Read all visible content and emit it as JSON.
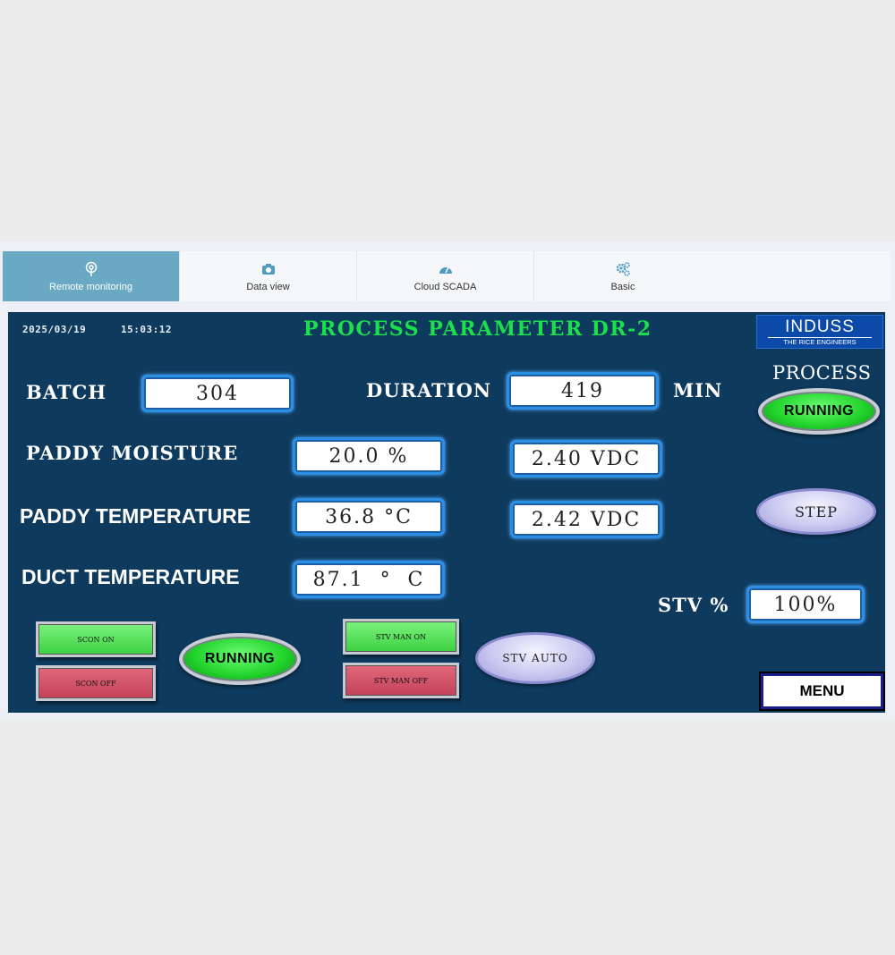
{
  "tabs": [
    {
      "label": "Remote monitoring",
      "icon": "remote-monitoring-icon",
      "active": true
    },
    {
      "label": "Data view",
      "icon": "camera-icon",
      "active": false
    },
    {
      "label": "Cloud SCADA",
      "icon": "dashboard-icon",
      "active": false
    },
    {
      "label": "Basic",
      "icon": "gears-icon",
      "active": false
    }
  ],
  "hmi": {
    "date": "2025/03/19",
    "time": "15:03:12",
    "title": "PROCESS PARAMETER DR-2",
    "logo": {
      "name": "INDUSS",
      "tagline": "THE RICE ENGINEERS"
    },
    "batch": {
      "label": "BATCH",
      "value": "304"
    },
    "duration": {
      "label": "DURATION",
      "value": "419",
      "unit": "MIN"
    },
    "process": {
      "label": "PROCESS",
      "status": "RUNNING"
    },
    "paddy_moisture": {
      "label": "PADDY MOISTURE",
      "value": "20.0 %",
      "vdc": "2.40 VDC"
    },
    "paddy_temperature": {
      "label": "PADDY TEMPERATURE",
      "value": "36.8 °C",
      "vdc": "2.42 VDC"
    },
    "duct_temperature": {
      "label": "DUCT TEMPERATURE",
      "value": "87.1  °  C"
    },
    "step_label": "STEP",
    "stv": {
      "label": "STV %",
      "value": "100%"
    },
    "scon_on": "SCON ON",
    "scon_off": "SCON OFF",
    "scon_status": "RUNNING",
    "stv_man_on": "STV MAN ON",
    "stv_man_off": "STV MAN OFF",
    "stv_auto": "STV AUTO",
    "menu": "MENU"
  },
  "colors": {
    "panel_bg": "#0e3a5e",
    "title_green": "#1be04b",
    "tab_active": "#6aa9c4",
    "field_border": "#2b8fe6"
  }
}
